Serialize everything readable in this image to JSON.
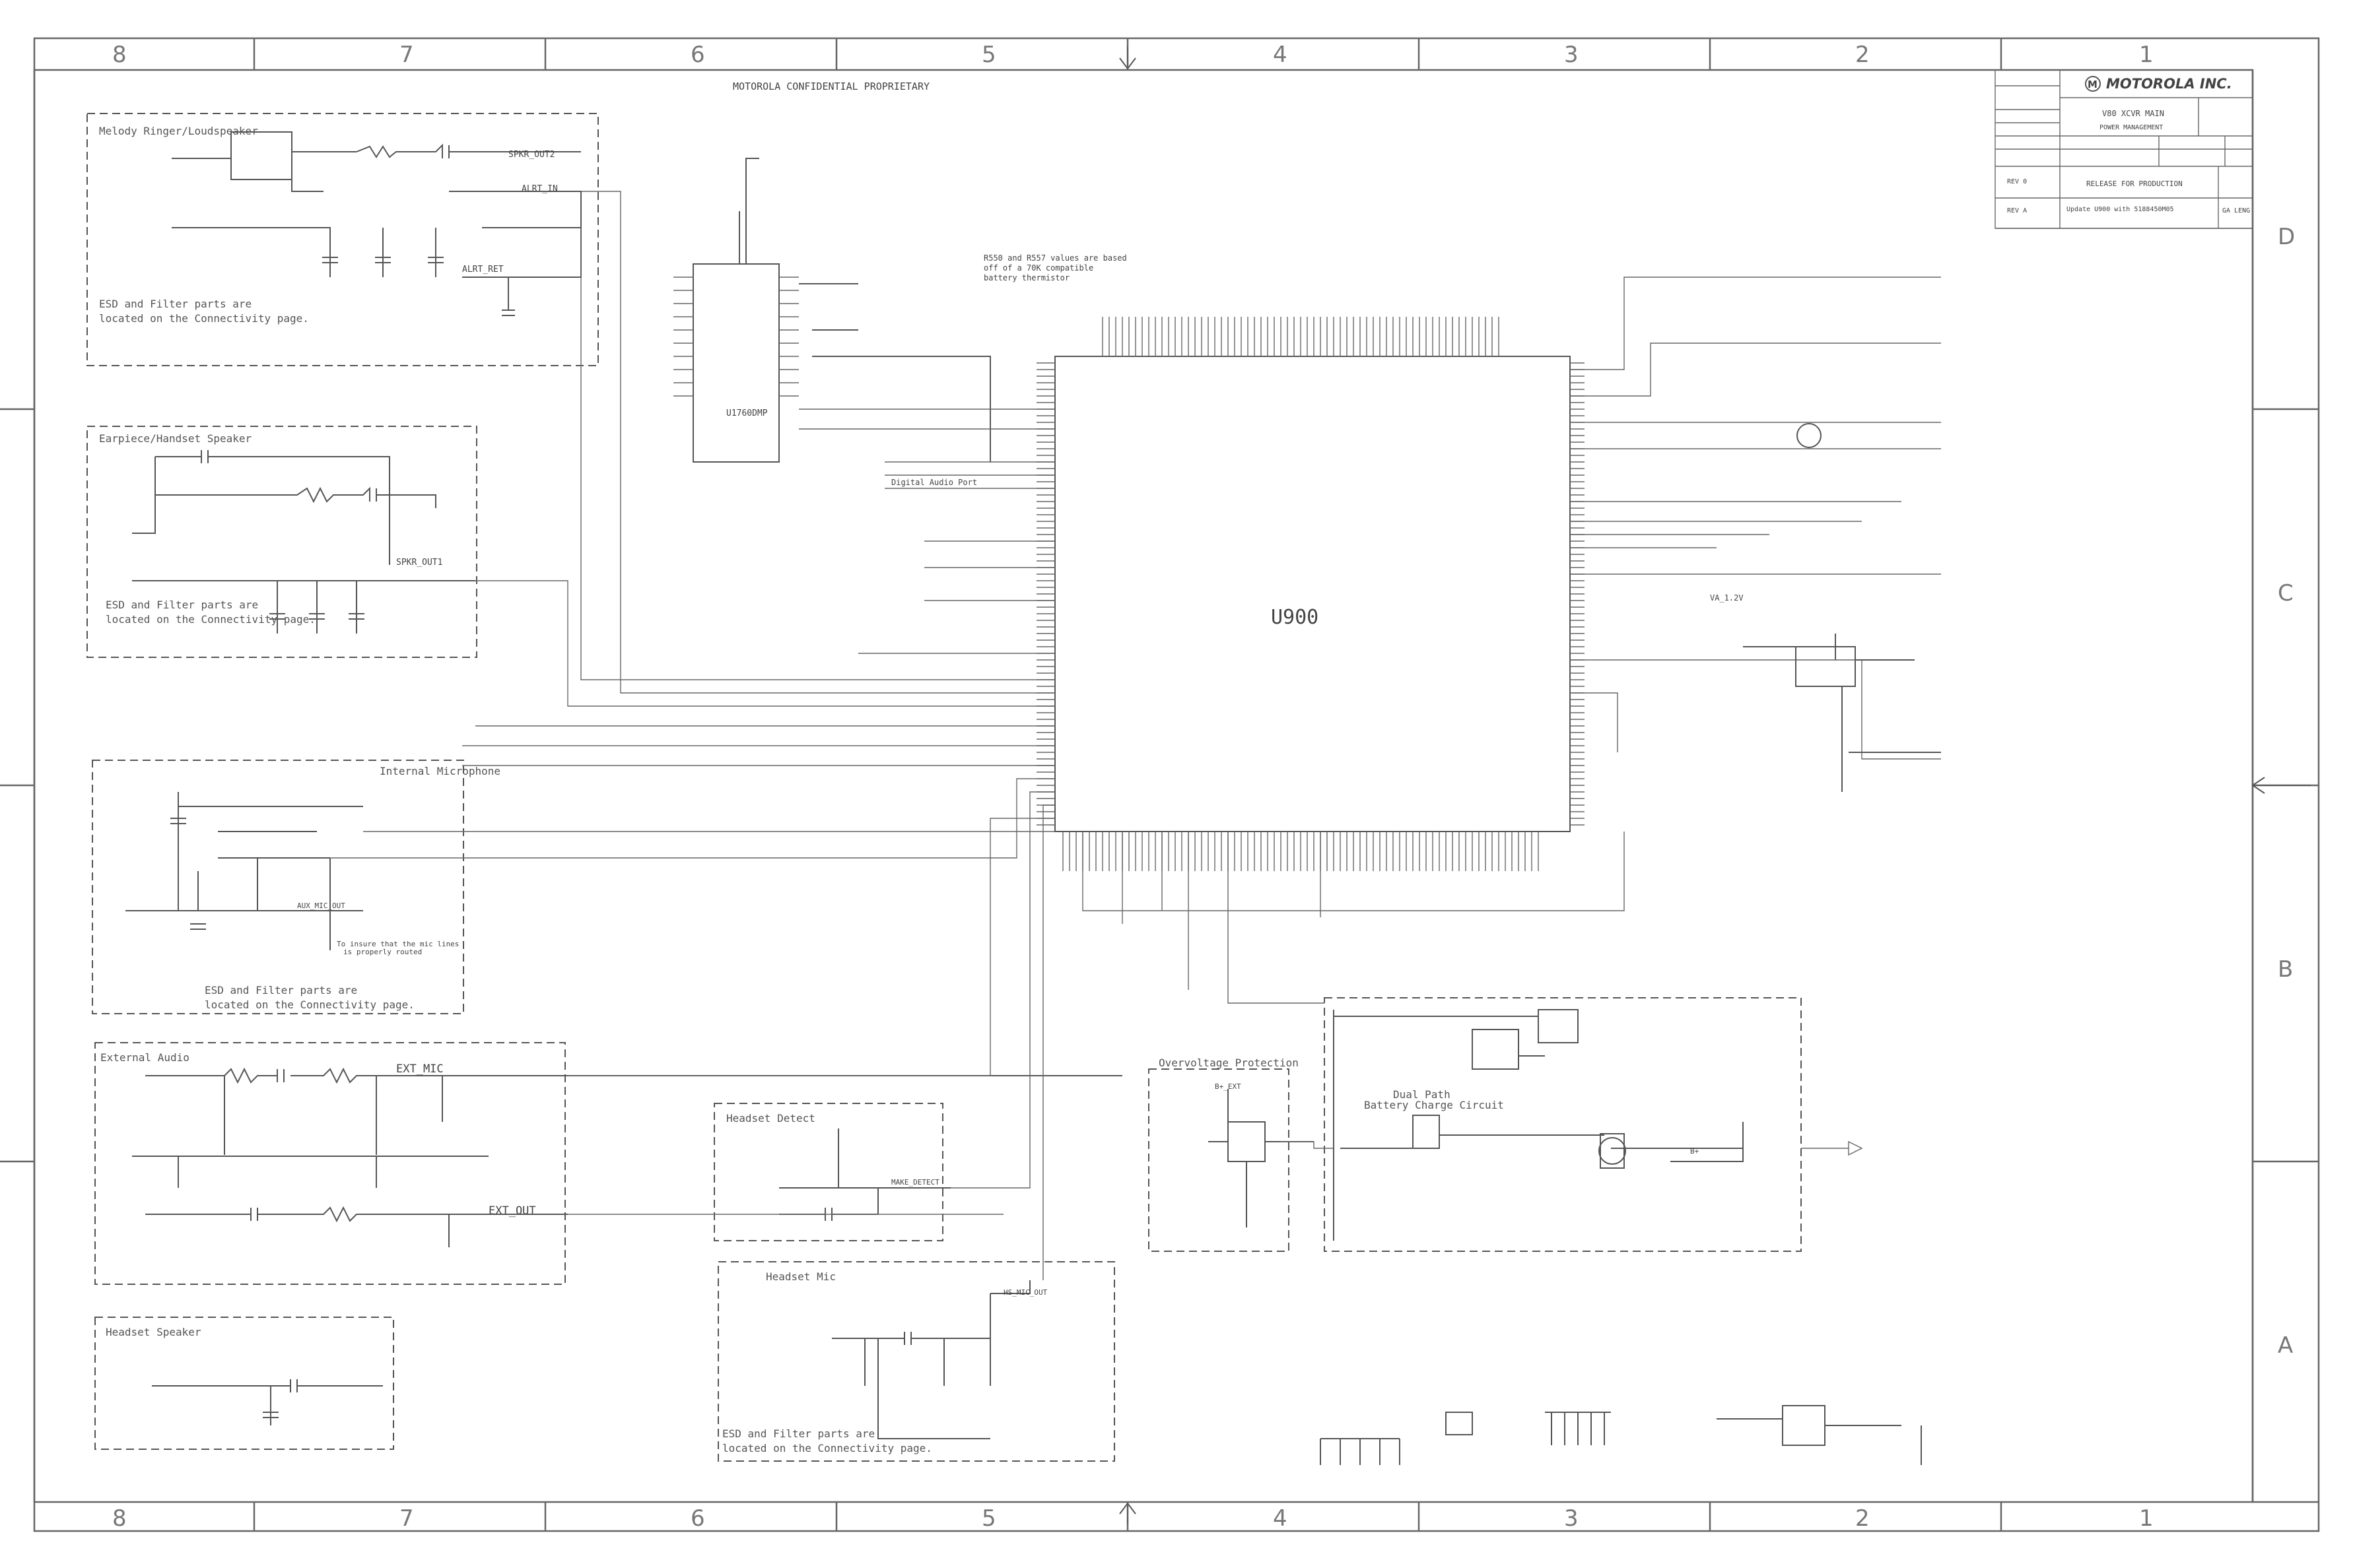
{
  "header": {
    "confidential": "MOTOROLA CONFIDENTIAL PROPRIETARY"
  },
  "zones": {
    "columns": [
      "8",
      "7",
      "6",
      "5",
      "4",
      "3",
      "2",
      "1"
    ],
    "rows_right": [
      "D",
      "C",
      "B",
      "A"
    ]
  },
  "title_block": {
    "company": "MOTOROLA INC.",
    "logo_glyph": "M",
    "title_line1": "V80 XCVR MAIN",
    "title_line2": "POWER MANAGEMENT",
    "release": "RELEASE FOR PRODUCTION",
    "rev_a_note": "Update U900 with 5188450M05",
    "rev_0": "REV 0",
    "rev_a": "REV A",
    "approver": "GA LENG"
  },
  "blocks": {
    "melody": {
      "title": "Melody Ringer/Loudspeaker",
      "note1": "ESD and Filter parts are",
      "note2": "located on the Connectivity page."
    },
    "earpiece": {
      "title": "Earpiece/Handset Speaker",
      "note1": "ESD and Filter parts are",
      "note2": "located on the Connectivity page."
    },
    "int_mic": {
      "title": "Internal Microphone",
      "note1": "ESD and Filter parts are",
      "note2": "located on the Connectivity page.",
      "routing1": "To insure that the mic lines",
      "routing2": "is properly routed"
    },
    "ext_audio": {
      "title": "External Audio",
      "sig_in": "EXT_MIC",
      "sig_out": "EXT_OUT"
    },
    "headset_detect": {
      "title": "Headset Detect"
    },
    "headset_mic": {
      "title": "Headset Mic",
      "note1": "ESD and Filter parts are",
      "note2": "located on the Connectivity page."
    },
    "headset_speaker": {
      "title": "Headset Speaker"
    },
    "overvoltage": {
      "title": "Overvoltage Protection"
    },
    "charger": {
      "title": "Dual Path",
      "title2": "Battery Charge Circuit"
    }
  },
  "chips": {
    "main": "U900",
    "aux": "U1760DMP",
    "note1": "R550 and R557 values are based",
    "note2": "off of a 70K compatible",
    "note3": "battery thermistor",
    "dai": "Digital Audio Port"
  },
  "signals": {
    "spkr_out2": "SPKR_OUT2",
    "alrt_in": "ALRT_IN",
    "alrt_ret": "ALRT_RET",
    "spkr_out1": "SPKR_OUT1",
    "aux_mic": "AUX_MIC_OUT",
    "make_detect": "MAKE_DETECT",
    "hs_mic": "HS_MIC_OUT",
    "b_plus": "B+",
    "bplus2": "B+_EXT",
    "va_12v": "VA_1.2V"
  }
}
